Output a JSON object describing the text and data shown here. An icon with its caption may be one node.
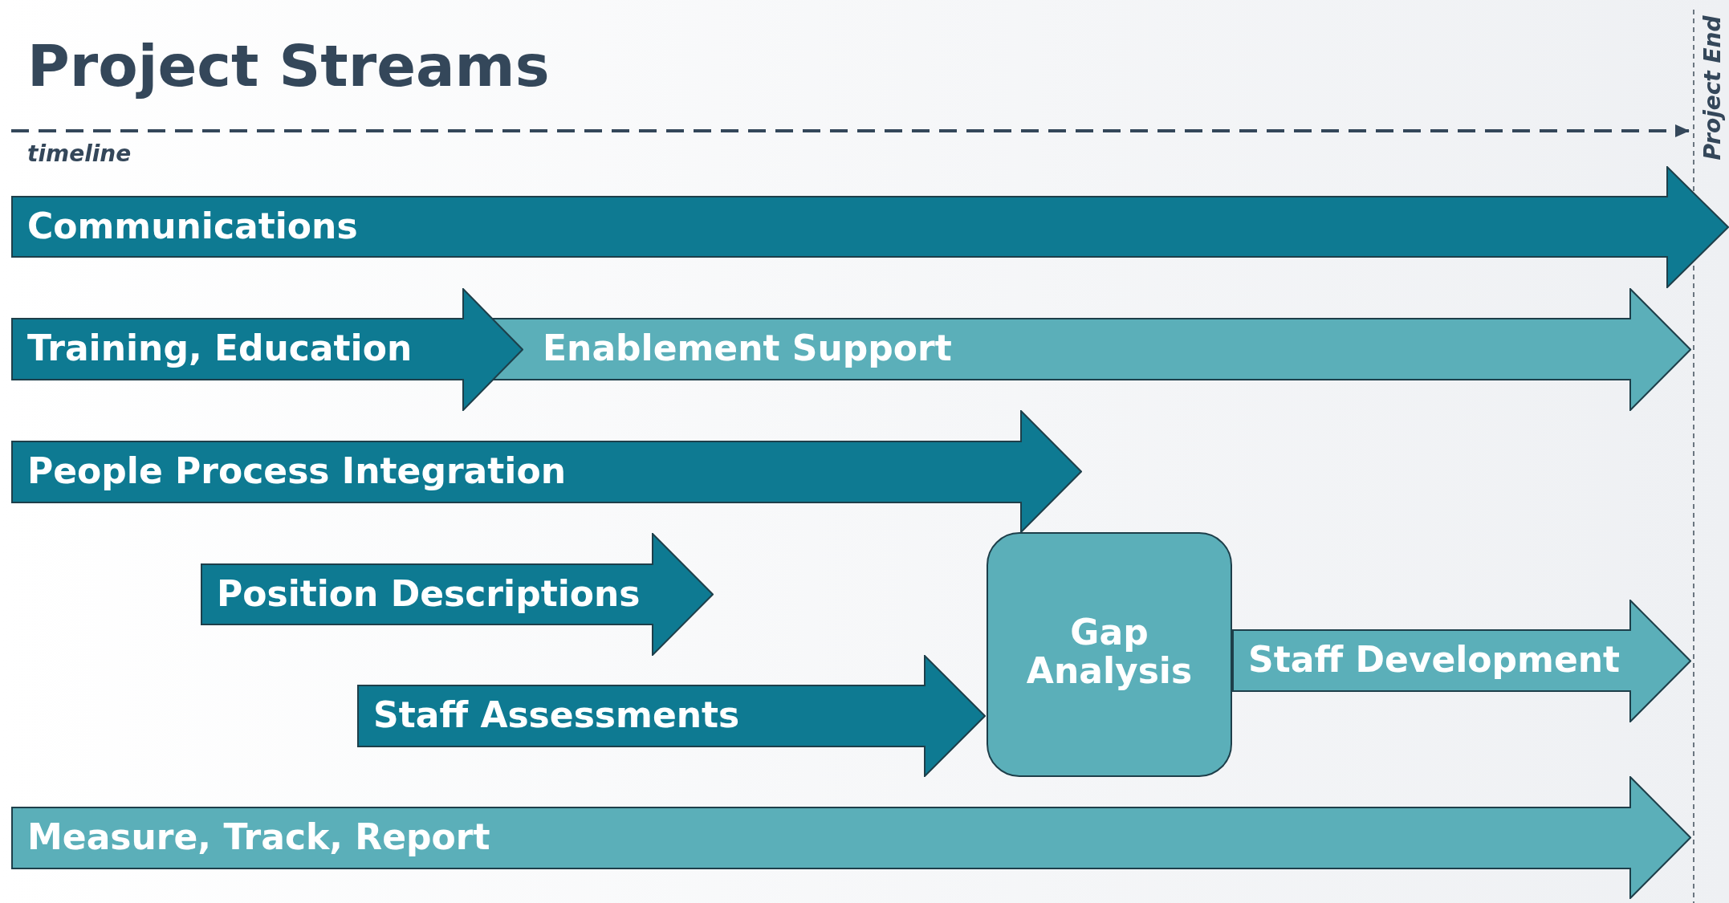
{
  "diagram": {
    "title": "Project Streams",
    "nodes": [
      {
        "text": [
          "Communications"
        ]
      },
      {
        "text": [
          "Training, Education"
        ]
      },
      {
        "text": [
          "Enablement Support"
        ]
      },
      {
        "text": [
          "People Process Integration"
        ]
      },
      {
        "text": [
          "Position Descriptions"
        ]
      },
      {
        "text": [
          "Staff Assessments"
        ]
      },
      {
        "text": [
          "Gap Analysis"
        ]
      },
      {
        "text": [
          "Staff Development"
        ]
      },
      {
        "text": [
          "Measure, Track, Report"
        ]
      }
    ],
    "labels": [
      "timeline",
      "Project End"
    ]
  }
}
